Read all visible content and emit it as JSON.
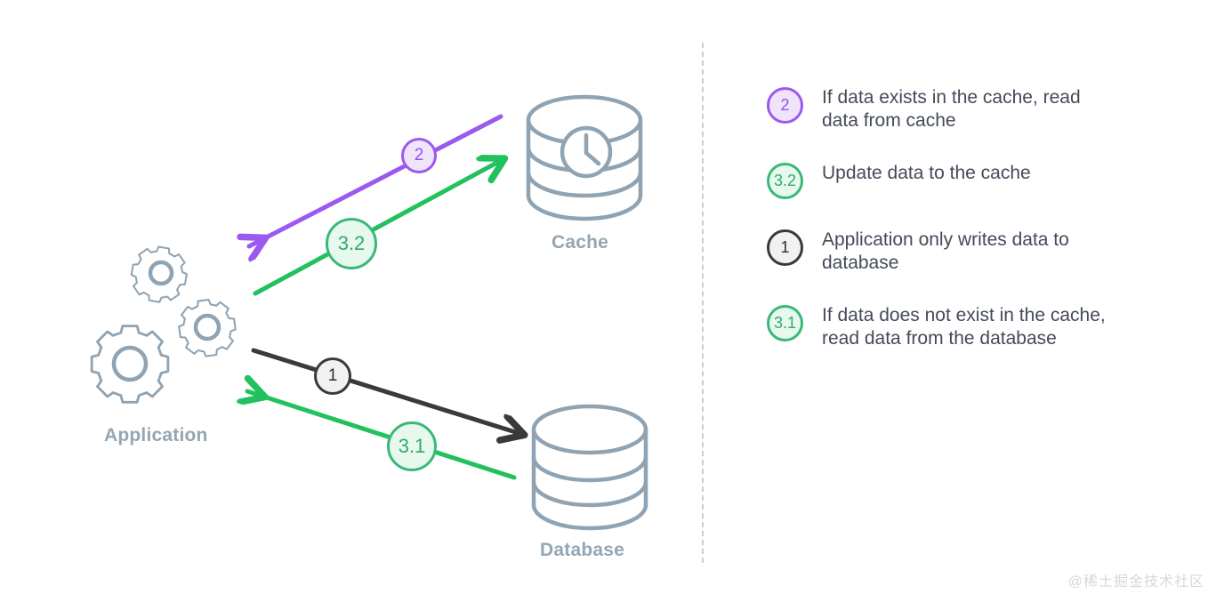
{
  "nodes": {
    "application": {
      "label": "Application",
      "icon": "gears-icon"
    },
    "cache": {
      "label": "Cache",
      "icon": "cache-cylinder-clock-icon"
    },
    "database": {
      "label": "Database",
      "icon": "database-cylinder-icon"
    }
  },
  "flow_badges": {
    "two": "2",
    "three_two": "3.2",
    "one": "1",
    "three_one": "3.1"
  },
  "legend": {
    "items": [
      {
        "badge": "2",
        "style": "purple",
        "text": "If data exists in the cache, read data from cache"
      },
      {
        "badge": "3.2",
        "style": "green",
        "text": "Update data to the cache"
      },
      {
        "badge": "1",
        "style": "dark",
        "text": "Application only writes data to database"
      },
      {
        "badge": "3.1",
        "style": "green",
        "text": "If data does not exist in the cache, read data from the database"
      }
    ]
  },
  "colors": {
    "purple": "#9b59f0",
    "green": "#21c15e",
    "dark": "#3a3a3a",
    "node_gray": "#94a6b3",
    "divider": "#c9cdd4",
    "legend_text": "#444a5a"
  },
  "watermark": "@稀土掘金技术社区"
}
